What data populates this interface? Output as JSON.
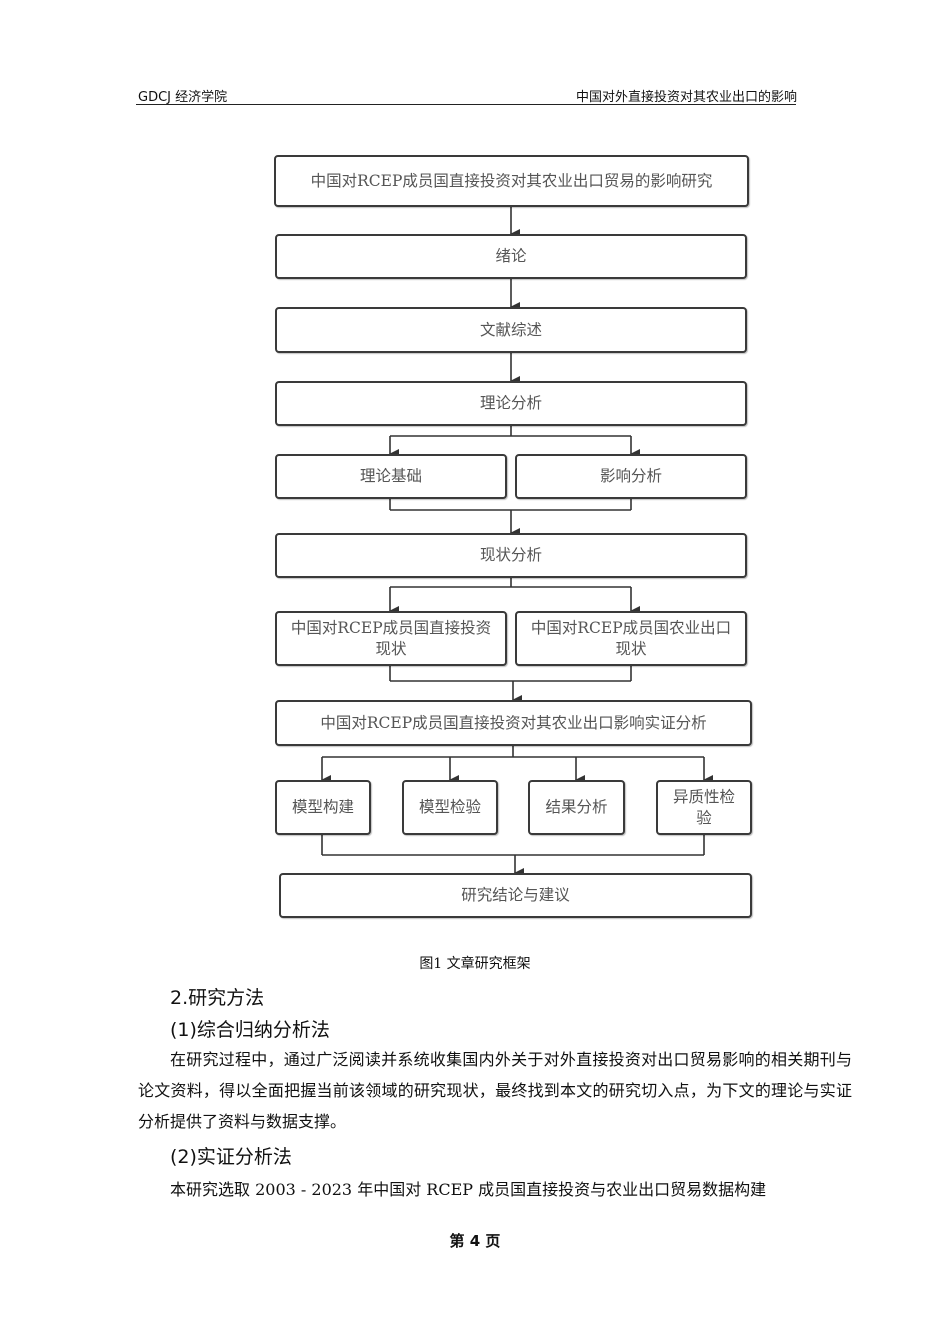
{
  "header": {
    "left": "GDCJ 经济学院",
    "right": "中国对外直接投资对其农业出口的影响"
  },
  "flowchart": {
    "title": "中国对RCEP成员国直接投资对其农业出口贸易的影响研究",
    "intro": "绪论",
    "literature": "文献综述",
    "theory": "理论分析",
    "theory_basis": "理论基础",
    "impact_analysis": "影响分析",
    "status": "现状分析",
    "status_ofdi_line1": "中国对RCEP成员国直接投资",
    "status_ofdi_line2": "现状",
    "status_agri_line1": "中国对RCEP成员国农业出口",
    "status_agri_line2": "现状",
    "empirical": "中国对RCEP成员国直接投资对其农业出口影响实证分析",
    "model_build": "模型构建",
    "model_test": "模型检验",
    "result_analysis": "结果分析",
    "heterogeneity_line1": "异质性检",
    "heterogeneity_line2": "验",
    "conclusion": "研究结论与建议"
  },
  "caption": "图1  文章研究框架",
  "section": {
    "heading": "2.研究方法",
    "sub1": "(1)综合归纳分析法",
    "para1": "在研究过程中，通过广泛阅读并系统收集国内外关于对外直接投资对出口贸易影响的相关期刊与论文资料，得以全面把握当前该领域的研究现状，最终找到本文的研究切入点，为下文的理论与实证分析提供了资料与数据支撑。",
    "sub2": "(2)实证分析法",
    "para2": "本研究选取 2003 - 2023 年中国对 RCEP 成员国直接投资与农业出口贸易数据构建"
  },
  "footer": "第 4 页"
}
